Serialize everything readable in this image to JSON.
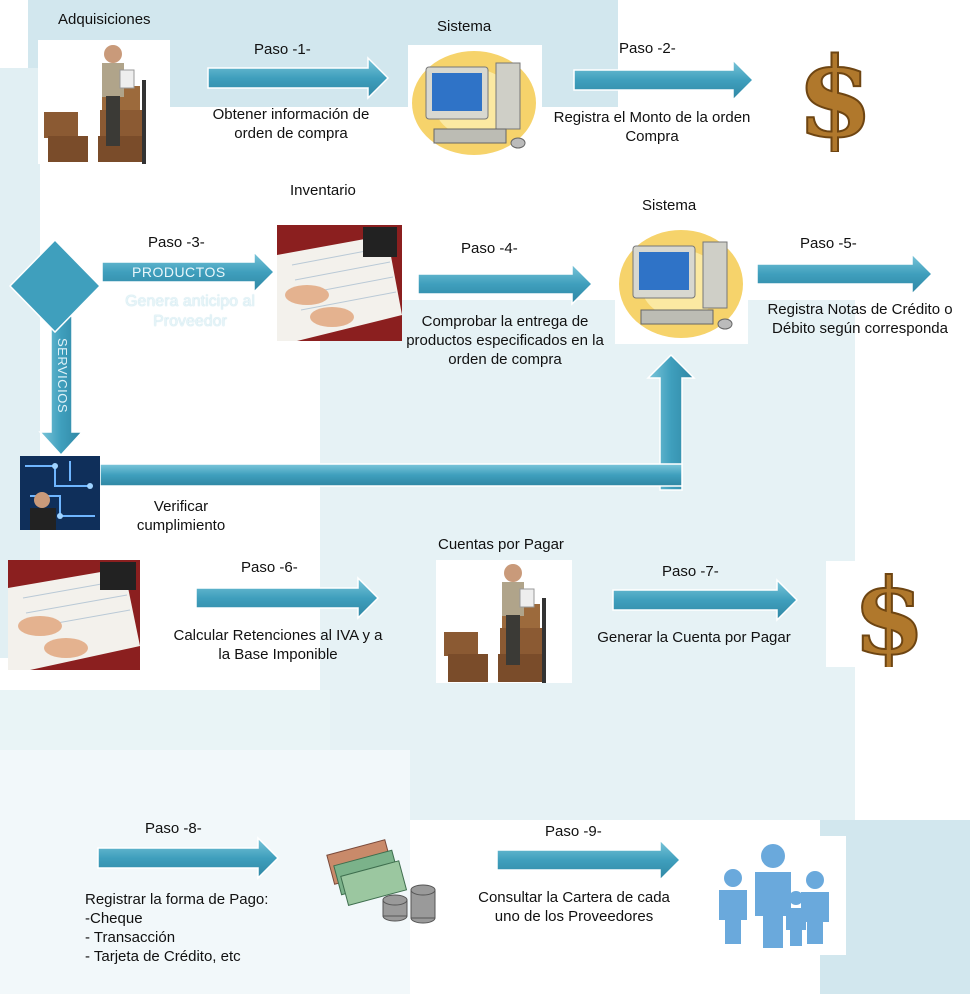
{
  "colors": {
    "arrow": "#4aa9c4",
    "arrow_dark": "#2b8aa8",
    "band": "#d4e8ee",
    "band_light": "#e8f3f6"
  },
  "titles": {
    "adquisiciones": "Adquisiciones",
    "sistema1": "Sistema",
    "inventario": "Inventario",
    "sistema2": "Sistema",
    "cuentas": "Cuentas por Pagar"
  },
  "steps": {
    "p1": "Paso -1-",
    "p2": "Paso -2-",
    "p3": "Paso -3-",
    "p4": "Paso -4-",
    "p5": "Paso -5-",
    "p6": "Paso -6-",
    "p7": "Paso -7-",
    "p8": "Paso -8-",
    "p9": "Paso -9-"
  },
  "desc": {
    "d1": "Obtener información de orden de compra",
    "d2": "Registra el Monto de la orden Compra",
    "d3": "Genera anticipo al Proveedor",
    "d4": "Comprobar la entrega de productos especificados en la orden de compra",
    "d5": "Registra  Notas de Crédito o Débito según corresponda",
    "verificar": "Verificar cumplimiento",
    "d6": "Calcular Retenciones al IVA y a la Base Imponible",
    "d7": "Generar la Cuenta por Pagar",
    "d8_title": "Registrar la forma de Pago:",
    "d8_items": [
      "-Cheque",
      "- Transacción",
      "- Tarjeta de Crédito, etc"
    ],
    "d9": "Consultar la Cartera de cada uno de los Proveedores"
  },
  "branches": {
    "productos": "PRODUCTOS",
    "servicios": "SERVICIOS"
  },
  "icons": [
    "delivery-man-icon",
    "computer-icon",
    "dollar-sign-icon",
    "paperwork-icon",
    "network-person-icon",
    "money-icon",
    "people-group-icon"
  ]
}
